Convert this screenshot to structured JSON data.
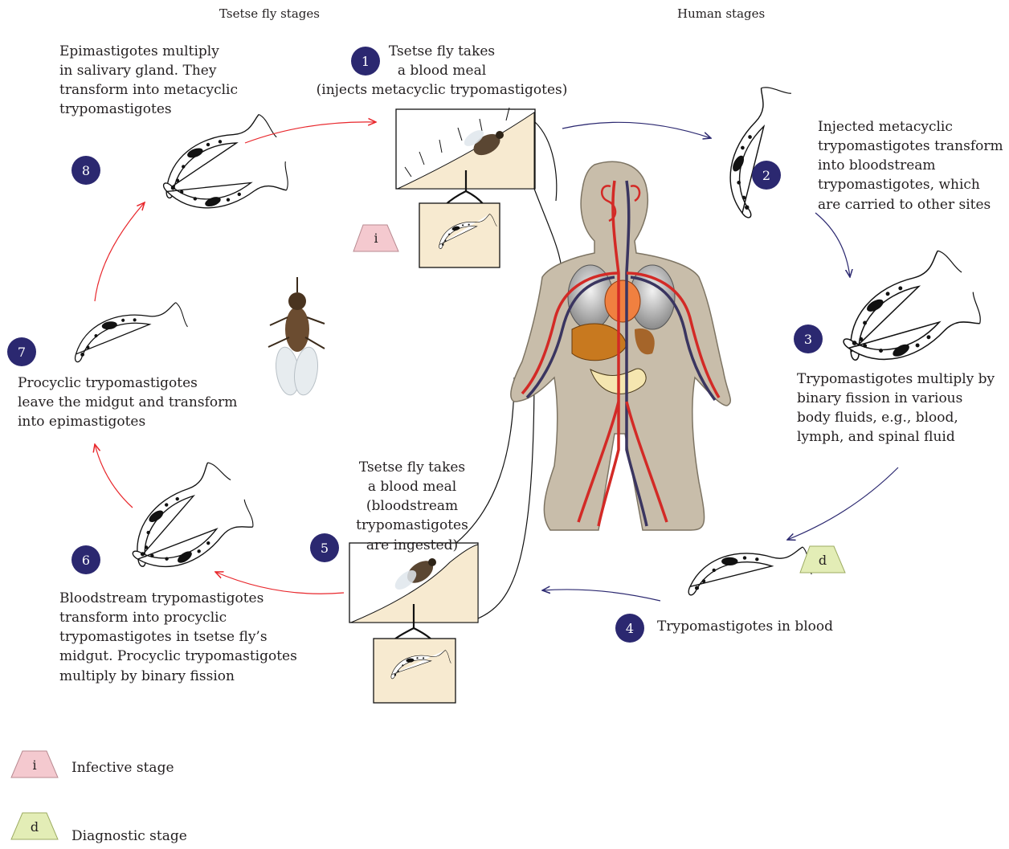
{
  "headers": {
    "fly": "Tsetse fly stages",
    "human": "Human stages"
  },
  "steps": [
    {
      "num": "1",
      "text": "Tsetse fly takes\na blood meal\n(injects metacyclic trypomastigotes)"
    },
    {
      "num": "2",
      "text": "Injected metacyclic\ntrypomastigotes transform\ninto bloodstream\ntrypomastigotes, which\nare carried to other sites"
    },
    {
      "num": "3",
      "text": "Trypomastigotes multiply by\nbinary fission in various\nbody fluids, e.g., blood,\nlymph, and spinal fluid"
    },
    {
      "num": "4",
      "text": "Trypomastigotes in blood"
    },
    {
      "num": "5",
      "text": "Tsetse fly takes\na blood meal\n(bloodstream trypomastigotes\nare ingested)"
    },
    {
      "num": "6",
      "text": "Bloodstream trypomastigotes\ntransform into procyclic\ntrypomastigotes in tsetse fly’s\nmidgut. Procyclic trypomastigotes\nmultiply by binary fission"
    },
    {
      "num": "7",
      "text": "Procyclic trypomastigotes\nleave the midgut and transform\ninto epimastigotes"
    },
    {
      "num": "8",
      "text": "Epimastigotes multiply\nin salivary gland. They\ntransform into metacyclic\ntrypomastigotes"
    }
  ],
  "markers": {
    "infective": "i",
    "diagnostic": "d"
  },
  "legend": {
    "infective": "Infective stage",
    "diagnostic": "Diagnostic stage"
  },
  "colors": {
    "badge": "#2b2870",
    "fly_arrow": "#e8262b",
    "human_arrow": "#2b2870",
    "infective_fill": "#f4c9cf",
    "diagnostic_fill": "#e3edb6",
    "skin": "#f7ead0"
  },
  "icons": [
    "tsetse-fly-photo",
    "human-circulatory-system",
    "trypanosome-parasite"
  ]
}
